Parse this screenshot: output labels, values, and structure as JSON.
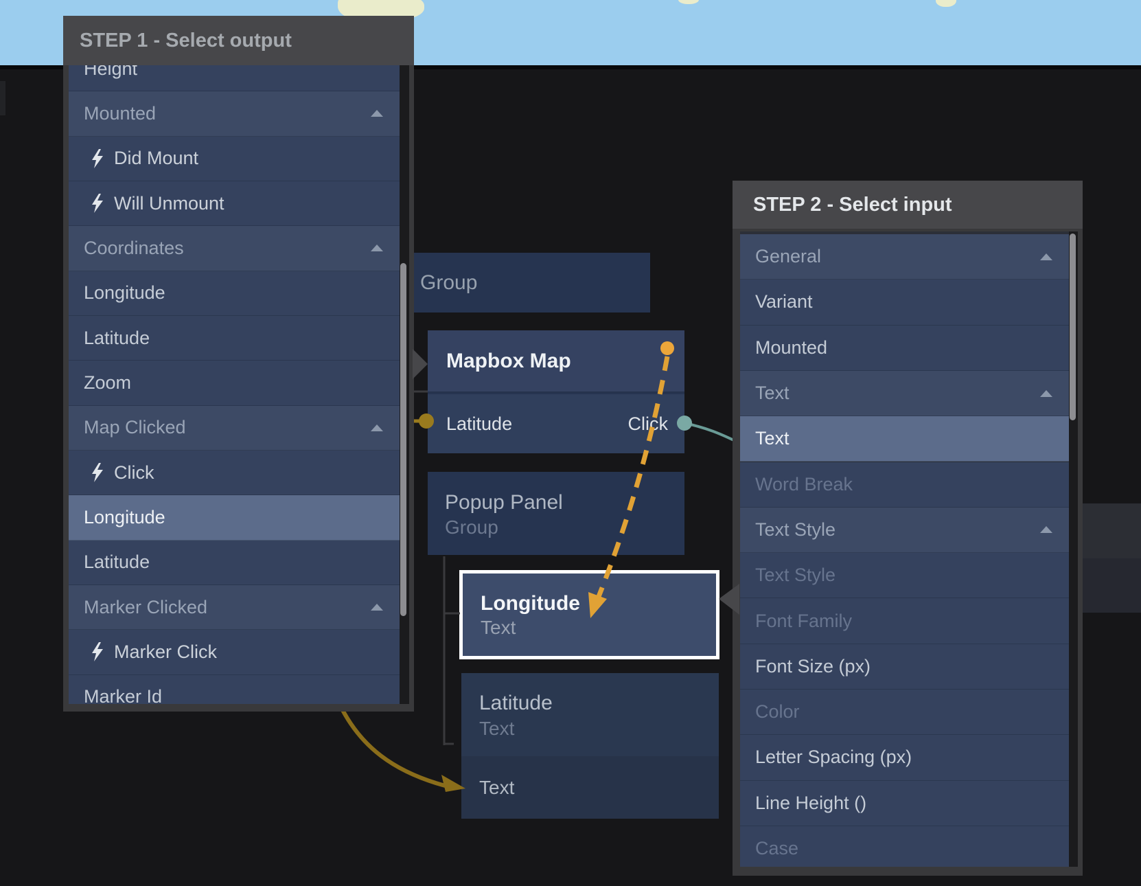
{
  "map": {
    "description": "map water band with land shapes",
    "water_color": "#9bcdee",
    "land_color": "#eaeccb"
  },
  "step1": {
    "title": "STEP 1 - Select output",
    "items": [
      {
        "label": "Height",
        "type": "item"
      },
      {
        "label": "Mounted",
        "type": "category",
        "icon": "chevron-up-icon"
      },
      {
        "label": "Did Mount",
        "type": "event",
        "icon": "bolt-icon"
      },
      {
        "label": "Will Unmount",
        "type": "event",
        "icon": "bolt-icon"
      },
      {
        "label": "Coordinates",
        "type": "category",
        "icon": "chevron-up-icon"
      },
      {
        "label": "Longitude",
        "type": "item"
      },
      {
        "label": "Latitude",
        "type": "item"
      },
      {
        "label": "Zoom",
        "type": "item"
      },
      {
        "label": "Map Clicked",
        "type": "category",
        "icon": "chevron-up-icon"
      },
      {
        "label": "Click",
        "type": "event",
        "icon": "bolt-icon"
      },
      {
        "label": "Longitude",
        "type": "item",
        "selected": true
      },
      {
        "label": "Latitude",
        "type": "item"
      },
      {
        "label": "Marker Clicked",
        "type": "category",
        "icon": "chevron-up-icon"
      },
      {
        "label": "Marker Click",
        "type": "event",
        "icon": "bolt-icon"
      },
      {
        "label": "Marker Id",
        "type": "item"
      }
    ]
  },
  "step2": {
    "title": "STEP 2 - Select input",
    "items": [
      {
        "label": "General",
        "type": "category",
        "icon": "chevron-up-icon"
      },
      {
        "label": "Variant",
        "type": "item"
      },
      {
        "label": "Mounted",
        "type": "item"
      },
      {
        "label": "Text",
        "type": "category",
        "icon": "chevron-up-icon"
      },
      {
        "label": "Text",
        "type": "item",
        "selected": true
      },
      {
        "label": "Word Break",
        "type": "disabled"
      },
      {
        "label": "Text Style",
        "type": "category",
        "icon": "chevron-up-icon"
      },
      {
        "label": "Text Style",
        "type": "disabled"
      },
      {
        "label": "Font Family",
        "type": "disabled"
      },
      {
        "label": "Font Size (px)",
        "type": "item"
      },
      {
        "label": "Color",
        "type": "disabled"
      },
      {
        "label": "Letter Spacing (px)",
        "type": "item"
      },
      {
        "label": "Line Height ()",
        "type": "item"
      },
      {
        "label": "Case",
        "type": "disabled"
      }
    ]
  },
  "nodes": {
    "group": {
      "title": "Group"
    },
    "mapbox": {
      "title": "Mapbox Map",
      "port_left": "Latitude",
      "port_right": "Click"
    },
    "popup": {
      "title": "Popup Panel",
      "subtitle": "Group"
    },
    "longitude": {
      "title": "Longitude",
      "subtitle": "Text",
      "selected": true
    },
    "latitude": {
      "title": "Latitude",
      "subtitle": "Text"
    },
    "text": {
      "title": "Text"
    }
  },
  "colors": {
    "accent_yellow_dot": "#eca63a",
    "dashed_connector": "#e1a235",
    "olive_connector": "#8a6d1a",
    "olive_dot": "#9a7b1e",
    "teal_dot": "#7aa9a4",
    "teal_connector": "#6a9b96",
    "selection_row_bg": "#5c6c8b",
    "panel_header_bg": "#47474a",
    "node_bg": "#263450",
    "selected_node_border": "#ffffff",
    "canvas_bg": "#161618"
  }
}
